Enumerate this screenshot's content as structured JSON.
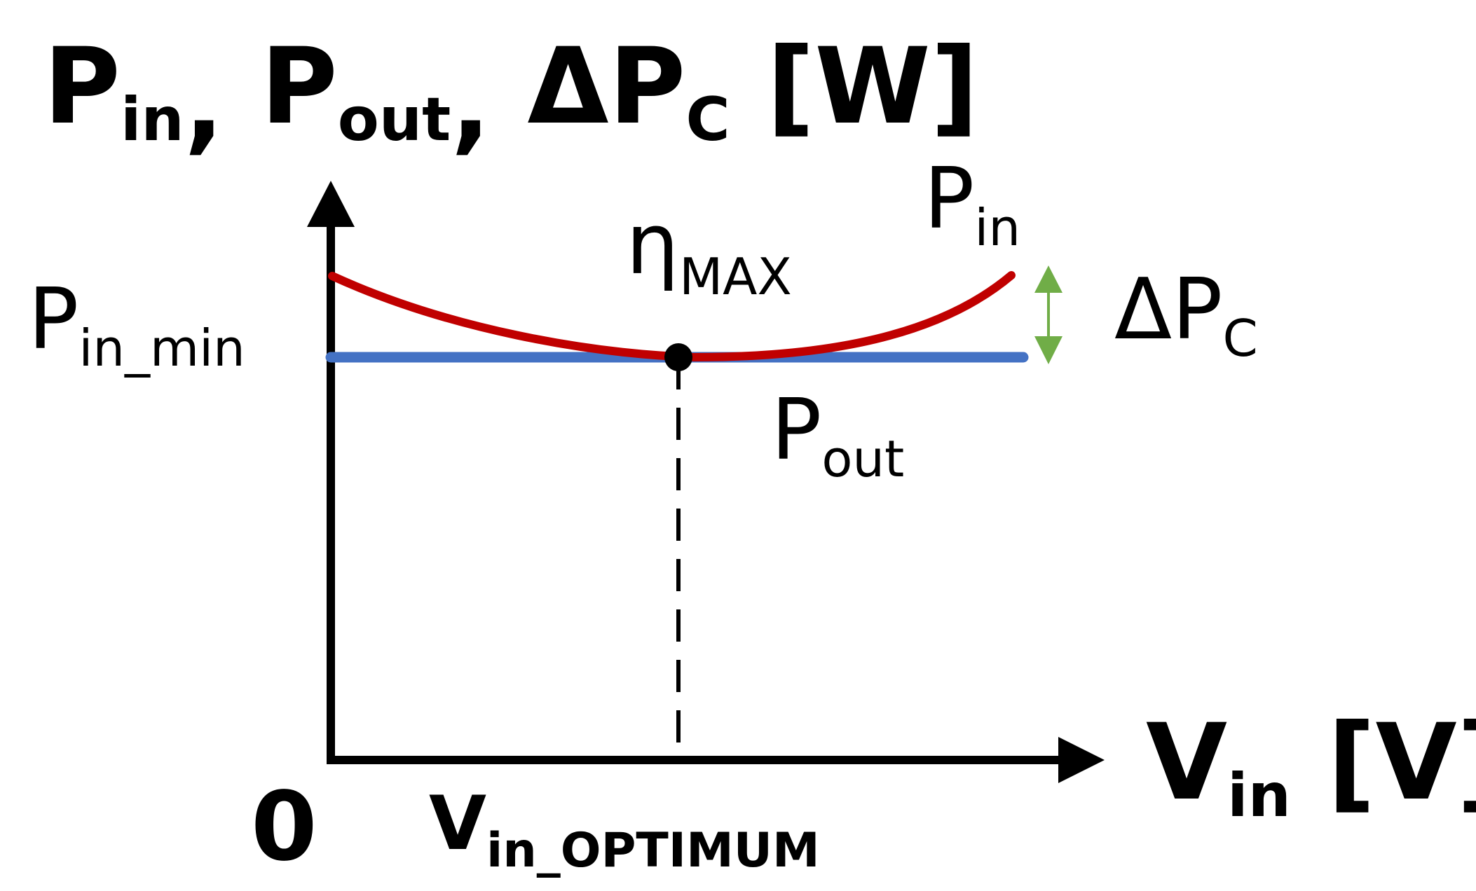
{
  "labels": {
    "y_axis": {
      "p1": "P",
      "p1_sub": "in",
      "sep1": ", ",
      "p2": "P",
      "p2_sub": "out",
      "sep2": ", ",
      "p3": "ΔP",
      "p3_sub": "C",
      "unit": " [W]"
    },
    "x_axis": {
      "main": "V",
      "sub": "in",
      "unit": " [V]"
    },
    "origin": "0",
    "pin_min": {
      "main": "P",
      "sub": "in_min"
    },
    "eta_max": {
      "main": "η",
      "sub": "MAX"
    },
    "pin_curve": {
      "main": "P",
      "sub": "in"
    },
    "pout_curve": {
      "main": "P",
      "sub": "out"
    },
    "delta_pc": {
      "main": "ΔP",
      "sub": "C"
    },
    "vin_optimum": {
      "main": "V",
      "sub": "in_OPTIMUM"
    }
  },
  "colors": {
    "axis": "#000000",
    "pin_curve": "#C00000",
    "pout_line": "#4472C4",
    "delta_arrow": "#70AD47",
    "marker": "#000000"
  }
}
